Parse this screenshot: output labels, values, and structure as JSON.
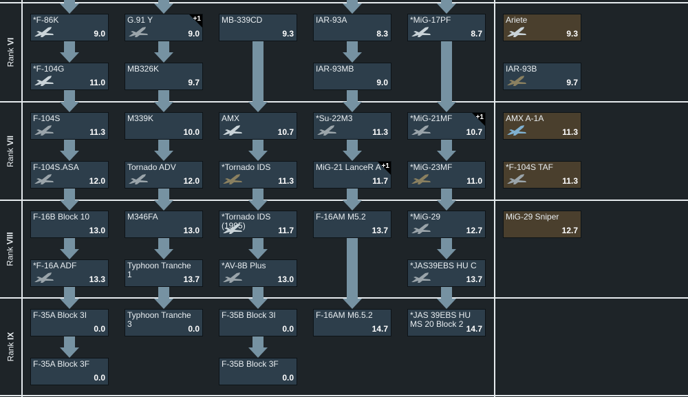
{
  "ranks": [
    {
      "prefix": "Rank ",
      "numeral": "VI"
    },
    {
      "prefix": "Rank ",
      "numeral": "VII"
    },
    {
      "prefix": "Rank ",
      "numeral": "VIII"
    },
    {
      "prefix": "Rank ",
      "numeral": "IX"
    }
  ],
  "colors": {
    "background": "#1e2428",
    "card": "#2d3e4b",
    "card_premium": "#4a3f2d",
    "arrow": "#7692a2",
    "grid_line": "#e6ebee",
    "text": "#e8edf0"
  },
  "columns": [
    {
      "rows": [
        {
          "rank": "VI",
          "slot": 0,
          "name": "*F-86K",
          "br": "9.0",
          "premium": false,
          "icon": "jet-silver"
        },
        {
          "rank": "VI",
          "slot": 1,
          "name": "*F-104G",
          "br": "11.0",
          "premium": false,
          "icon": "jet-silver"
        },
        {
          "rank": "VII",
          "slot": 0,
          "name": "F-104S",
          "br": "11.3",
          "premium": false,
          "icon": "jet-grey"
        },
        {
          "rank": "VII",
          "slot": 1,
          "name": "F-104S.ASA",
          "br": "12.0",
          "premium": false,
          "icon": "jet-grey"
        },
        {
          "rank": "VIII",
          "slot": 0,
          "name": "F-16B Block 10",
          "br": "13.0",
          "premium": false,
          "icon": "none"
        },
        {
          "rank": "VIII",
          "slot": 1,
          "name": "*F-16A ADF",
          "br": "13.3",
          "premium": false,
          "icon": "jet-grey"
        },
        {
          "rank": "IX",
          "slot": 0,
          "name": "F-35A Block 3I",
          "br": "0.0",
          "premium": false,
          "icon": "none"
        },
        {
          "rank": "IX",
          "slot": 1,
          "name": "F-35A Block 3F",
          "br": "0.0",
          "premium": false,
          "icon": "none"
        }
      ]
    },
    {
      "rows": [
        {
          "rank": "VI",
          "slot": 0,
          "name": "G.91 Y",
          "br": "9.0",
          "premium": false,
          "icon": "jet-grey",
          "plus": "+1"
        },
        {
          "rank": "VI",
          "slot": 1,
          "name": "MB326K",
          "br": "9.7",
          "premium": false,
          "icon": "none"
        },
        {
          "rank": "VII",
          "slot": 0,
          "name": "M339K",
          "br": "10.0",
          "premium": false,
          "icon": "none"
        },
        {
          "rank": "VII",
          "slot": 1,
          "name": "Tornado ADV",
          "br": "12.0",
          "premium": false,
          "icon": "jet-grey"
        },
        {
          "rank": "VIII",
          "slot": 0,
          "name": "M346FA",
          "br": "13.0",
          "premium": false,
          "icon": "none"
        },
        {
          "rank": "VIII",
          "slot": 1,
          "name": "Typhoon Tranche 1",
          "br": "13.7",
          "premium": false,
          "icon": "none"
        },
        {
          "rank": "IX",
          "slot": 0,
          "name": "Typhoon Tranche 3",
          "br": "0.0",
          "premium": false,
          "icon": "none"
        }
      ]
    },
    {
      "rows": [
        {
          "rank": "VI",
          "slot": 0,
          "name": "MB-339CD",
          "br": "9.3",
          "premium": false,
          "icon": "none"
        },
        {
          "rank": "VII",
          "slot": 0,
          "name": "AMX",
          "br": "10.7",
          "premium": false,
          "icon": "jet-silver"
        },
        {
          "rank": "VII",
          "slot": 1,
          "name": "*Tornado IDS",
          "br": "11.3",
          "premium": false,
          "icon": "jet-camo"
        },
        {
          "rank": "VIII",
          "slot": 0,
          "name": "*Tornado IDS (1995)",
          "br": "11.7",
          "premium": false,
          "icon": "jet-silver"
        },
        {
          "rank": "VIII",
          "slot": 1,
          "name": "*AV-8B Plus",
          "br": "13.0",
          "premium": false,
          "icon": "jet-grey"
        },
        {
          "rank": "IX",
          "slot": 0,
          "name": "F-35B Block 3I",
          "br": "0.0",
          "premium": false,
          "icon": "none"
        },
        {
          "rank": "IX",
          "slot": 1,
          "name": "F-35B Block 3F",
          "br": "0.0",
          "premium": false,
          "icon": "none"
        }
      ]
    },
    {
      "rows": [
        {
          "rank": "VI",
          "slot": 0,
          "name": "IAR-93A",
          "br": "8.3",
          "premium": false,
          "icon": "none"
        },
        {
          "rank": "VI",
          "slot": 1,
          "name": "IAR-93MB",
          "br": "9.0",
          "premium": false,
          "icon": "none"
        },
        {
          "rank": "VII",
          "slot": 0,
          "name": "*Su-22M3",
          "br": "11.3",
          "premium": false,
          "icon": "jet-grey"
        },
        {
          "rank": "VII",
          "slot": 1,
          "name": "MiG-21 LanceR A",
          "br": "11.7",
          "premium": false,
          "icon": "none",
          "plus": "+1"
        },
        {
          "rank": "VIII",
          "slot": 0,
          "name": "F-16AM M5.2",
          "br": "13.7",
          "premium": false,
          "icon": "none"
        },
        {
          "rank": "IX",
          "slot": 0,
          "name": "F-16AM M6.5.2",
          "br": "14.7",
          "premium": false,
          "icon": "none"
        }
      ]
    },
    {
      "rows": [
        {
          "rank": "VI",
          "slot": 0,
          "name": "*MiG-17PF",
          "br": "8.7",
          "premium": false,
          "icon": "jet-silver"
        },
        {
          "rank": "VII",
          "slot": 0,
          "name": "*MiG-21MF",
          "br": "10.7",
          "premium": false,
          "icon": "jet-grey",
          "plus": "+1"
        },
        {
          "rank": "VII",
          "slot": 1,
          "name": "*MiG-23MF",
          "br": "11.0",
          "premium": false,
          "icon": "jet-camo"
        },
        {
          "rank": "VIII",
          "slot": 0,
          "name": "*MiG-29",
          "br": "12.7",
          "premium": false,
          "icon": "jet-grey"
        },
        {
          "rank": "VIII",
          "slot": 1,
          "name": "*JAS39EBS HU C",
          "br": "13.7",
          "premium": false,
          "icon": "jet-grey"
        },
        {
          "rank": "IX",
          "slot": 0,
          "name": "*JAS 39EBS HU MS 20 Block 2",
          "br": "14.7",
          "premium": false,
          "icon": "none"
        }
      ]
    },
    {
      "rows": [
        {
          "rank": "VI",
          "slot": 0,
          "name": "Ariete",
          "br": "9.3",
          "premium": true,
          "icon": "jet-silver"
        },
        {
          "rank": "VI",
          "slot": 1,
          "name": "IAR-93B",
          "br": "9.7",
          "premium": false,
          "icon": "jet-camo"
        },
        {
          "rank": "VII",
          "slot": 0,
          "name": "AMX A-1A",
          "br": "11.3",
          "premium": true,
          "icon": "jet-blue"
        },
        {
          "rank": "VII",
          "slot": 1,
          "name": "*F-104S TAF",
          "br": "11.3",
          "premium": true,
          "icon": "jet-grey"
        },
        {
          "rank": "VIII",
          "slot": 0,
          "name": "MiG-29 Sniper",
          "br": "12.7",
          "premium": true,
          "icon": "none"
        }
      ]
    }
  ],
  "connections": [
    {
      "column": 0,
      "from": [
        "top",
        0
      ],
      "to": [
        "VI",
        0
      ]
    },
    {
      "column": 0,
      "from": [
        "VI",
        0
      ],
      "to": [
        "VI",
        1
      ]
    },
    {
      "column": 0,
      "from": [
        "VI",
        1
      ],
      "to": [
        "VII",
        0
      ]
    },
    {
      "column": 0,
      "from": [
        "VII",
        0
      ],
      "to": [
        "VII",
        1
      ]
    },
    {
      "column": 0,
      "from": [
        "VII",
        1
      ],
      "to": [
        "VIII",
        0
      ]
    },
    {
      "column": 0,
      "from": [
        "VIII",
        0
      ],
      "to": [
        "VIII",
        1
      ]
    },
    {
      "column": 0,
      "from": [
        "VIII",
        1
      ],
      "to": [
        "IX",
        0
      ]
    },
    {
      "column": 0,
      "from": [
        "IX",
        0
      ],
      "to": [
        "IX",
        1
      ]
    },
    {
      "column": 1,
      "from": [
        "top",
        0
      ],
      "to": [
        "VI",
        0
      ]
    },
    {
      "column": 1,
      "from": [
        "VI",
        0
      ],
      "to": [
        "VI",
        1
      ]
    },
    {
      "column": 1,
      "from": [
        "VI",
        1
      ],
      "to": [
        "VII",
        0
      ]
    },
    {
      "column": 1,
      "from": [
        "VII",
        0
      ],
      "to": [
        "VII",
        1
      ]
    },
    {
      "column": 1,
      "from": [
        "VII",
        1
      ],
      "to": [
        "VIII",
        0
      ]
    },
    {
      "column": 1,
      "from": [
        "VIII",
        0
      ],
      "to": [
        "VIII",
        1
      ]
    },
    {
      "column": 1,
      "from": [
        "VIII",
        1
      ],
      "to": [
        "IX",
        0
      ]
    },
    {
      "column": 2,
      "from": [
        "VI",
        0
      ],
      "to": [
        "VII",
        0
      ]
    },
    {
      "column": 2,
      "from": [
        "VII",
        0
      ],
      "to": [
        "VII",
        1
      ]
    },
    {
      "column": 2,
      "from": [
        "VII",
        1
      ],
      "to": [
        "VIII",
        0
      ]
    },
    {
      "column": 2,
      "from": [
        "VIII",
        0
      ],
      "to": [
        "VIII",
        1
      ]
    },
    {
      "column": 2,
      "from": [
        "VIII",
        1
      ],
      "to": [
        "IX",
        0
      ]
    },
    {
      "column": 2,
      "from": [
        "IX",
        0
      ],
      "to": [
        "IX",
        1
      ]
    },
    {
      "column": 3,
      "from": [
        "top",
        0
      ],
      "to": [
        "VI",
        0
      ]
    },
    {
      "column": 3,
      "from": [
        "VI",
        0
      ],
      "to": [
        "VI",
        1
      ]
    },
    {
      "column": 3,
      "from": [
        "VI",
        1
      ],
      "to": [
        "VII",
        0
      ]
    },
    {
      "column": 3,
      "from": [
        "VII",
        0
      ],
      "to": [
        "VII",
        1
      ]
    },
    {
      "column": 3,
      "from": [
        "VII",
        1
      ],
      "to": [
        "VIII",
        0
      ]
    },
    {
      "column": 3,
      "from": [
        "VIII",
        0
      ],
      "to": [
        "IX",
        0
      ]
    },
    {
      "column": 4,
      "from": [
        "top",
        0
      ],
      "to": [
        "VI",
        0
      ]
    },
    {
      "column": 4,
      "from": [
        "VI",
        0
      ],
      "to": [
        "VII",
        0
      ]
    },
    {
      "column": 4,
      "from": [
        "VII",
        0
      ],
      "to": [
        "VII",
        1
      ]
    },
    {
      "column": 4,
      "from": [
        "VII",
        1
      ],
      "to": [
        "VIII",
        0
      ]
    },
    {
      "column": 4,
      "from": [
        "VIII",
        0
      ],
      "to": [
        "VIII",
        1
      ]
    },
    {
      "column": 4,
      "from": [
        "VIII",
        1
      ],
      "to": [
        "IX",
        0
      ]
    }
  ]
}
